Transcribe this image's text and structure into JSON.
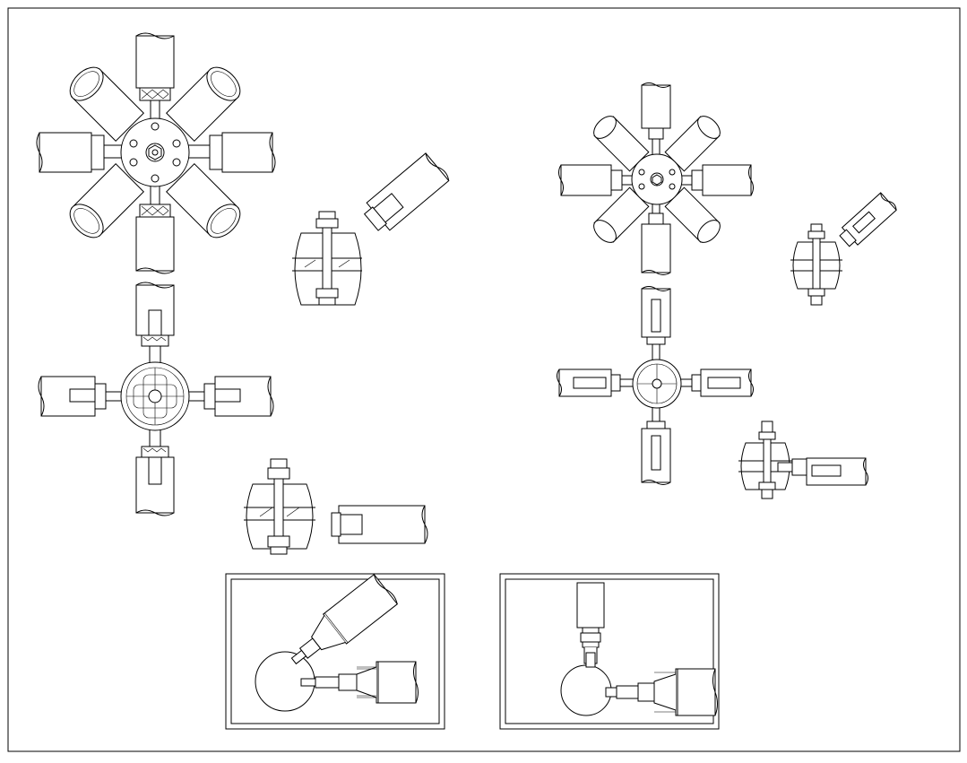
{
  "drawing": {
    "background": "#ffffff",
    "line_color": "#000000",
    "views": [
      "hub-six-tube-top-large",
      "hub-four-tube-top-large",
      "bolt-clamp-detail-angled",
      "bolt-clamp-detail-straight",
      "hub-six-tube-top-small",
      "hub-four-tube-top-small",
      "bolt-clamp-small-angled",
      "bolt-clamp-small-straight",
      "ball-joint-inset-left",
      "ball-joint-inset-right"
    ]
  }
}
